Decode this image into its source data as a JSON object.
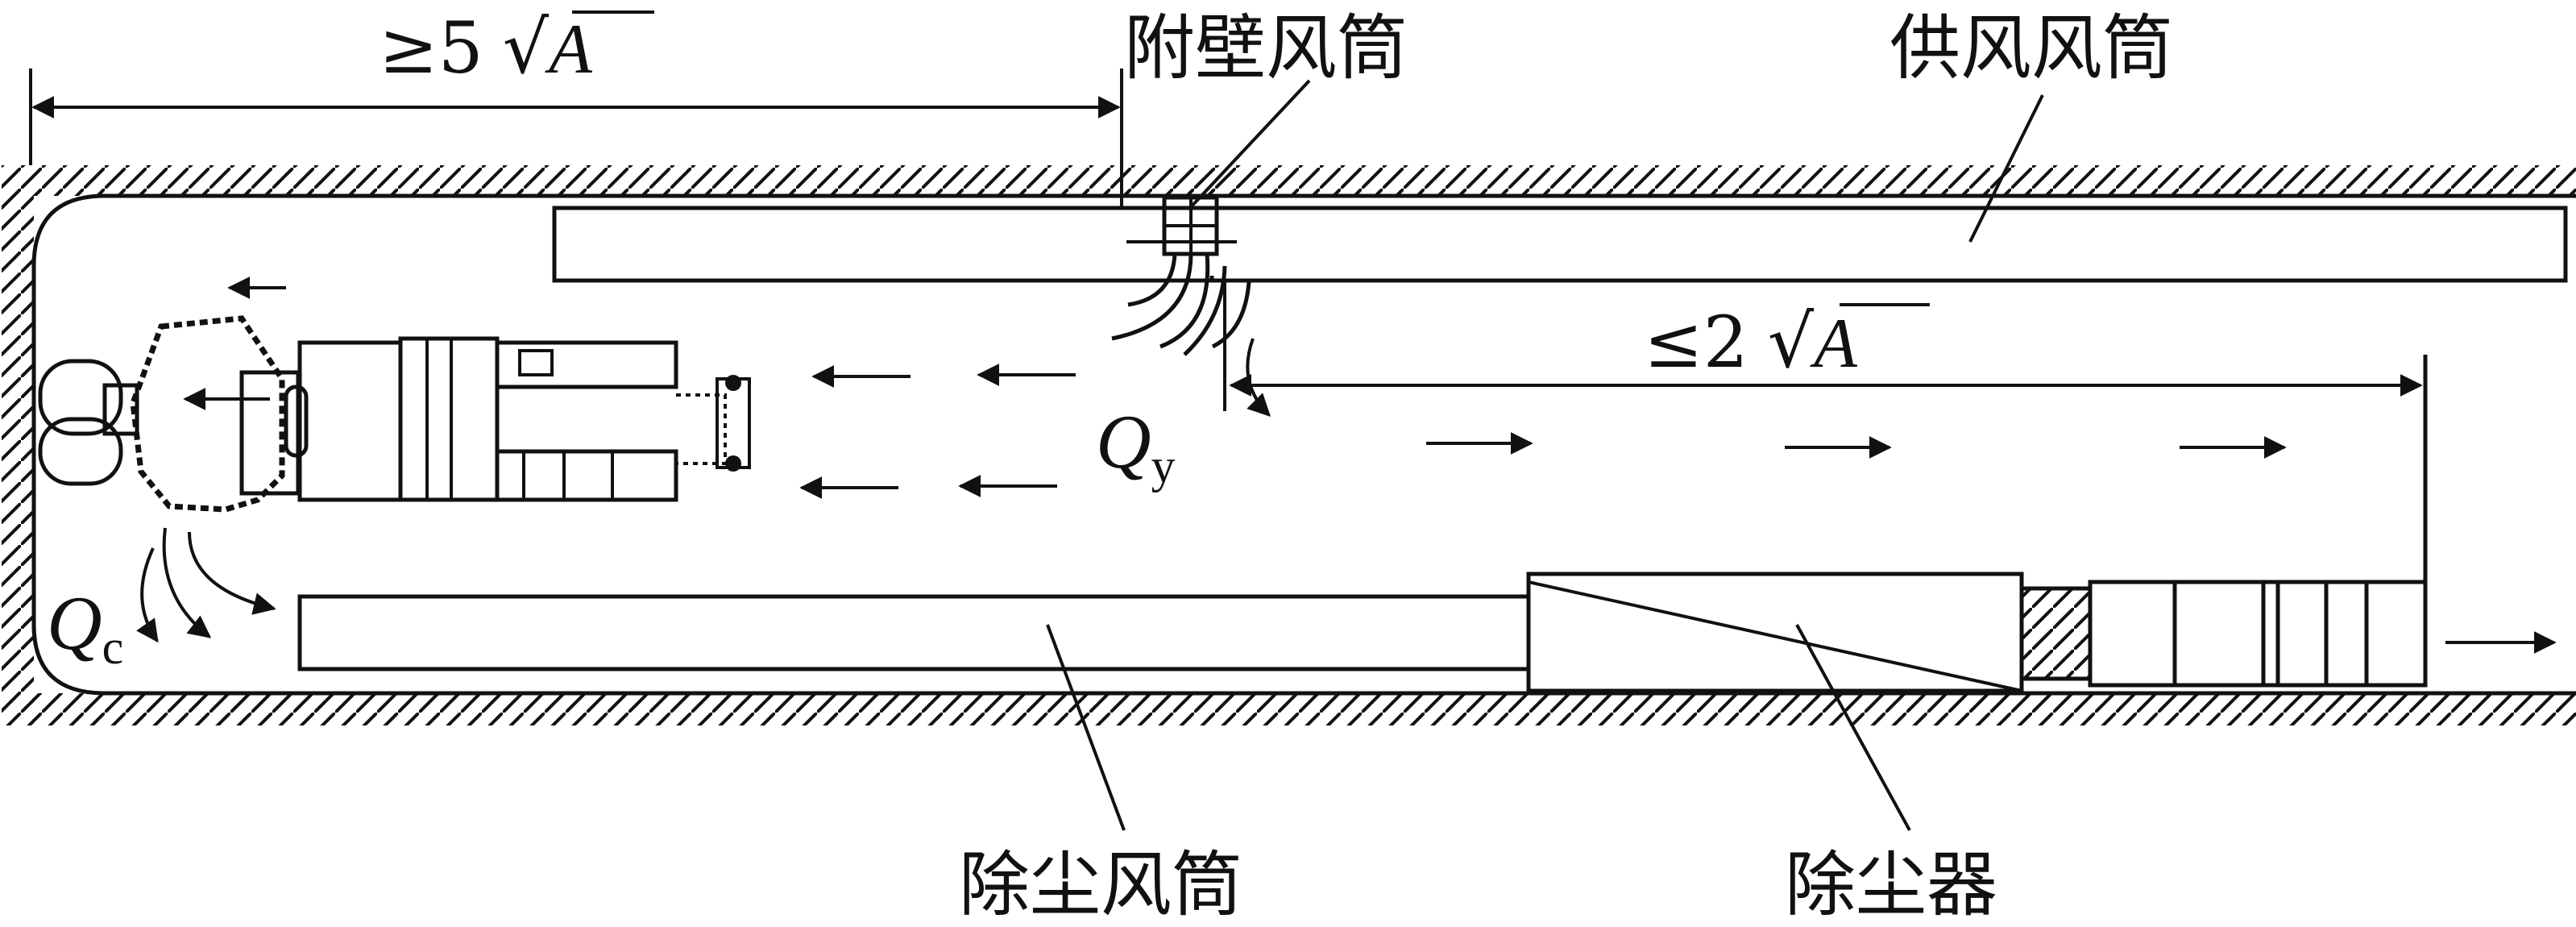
{
  "labels": {
    "wall_duct": "附壁风筒",
    "supply_duct": "供风风筒",
    "dust_duct": "除尘风筒",
    "dust_collector": "除尘器"
  },
  "dimensions": {
    "left": {
      "symbol": "≥5",
      "root": "A"
    },
    "right": {
      "symbol": "≤2",
      "root": "A"
    }
  },
  "flows": {
    "qy": {
      "main": "Q",
      "sub": "y"
    },
    "qc": {
      "main": "Q",
      "sub": "c"
    }
  },
  "icons": [
    "hatch-wall-icon",
    "flow-arrow-icon",
    "roadheader-icon",
    "dimension-arrow-icon"
  ]
}
